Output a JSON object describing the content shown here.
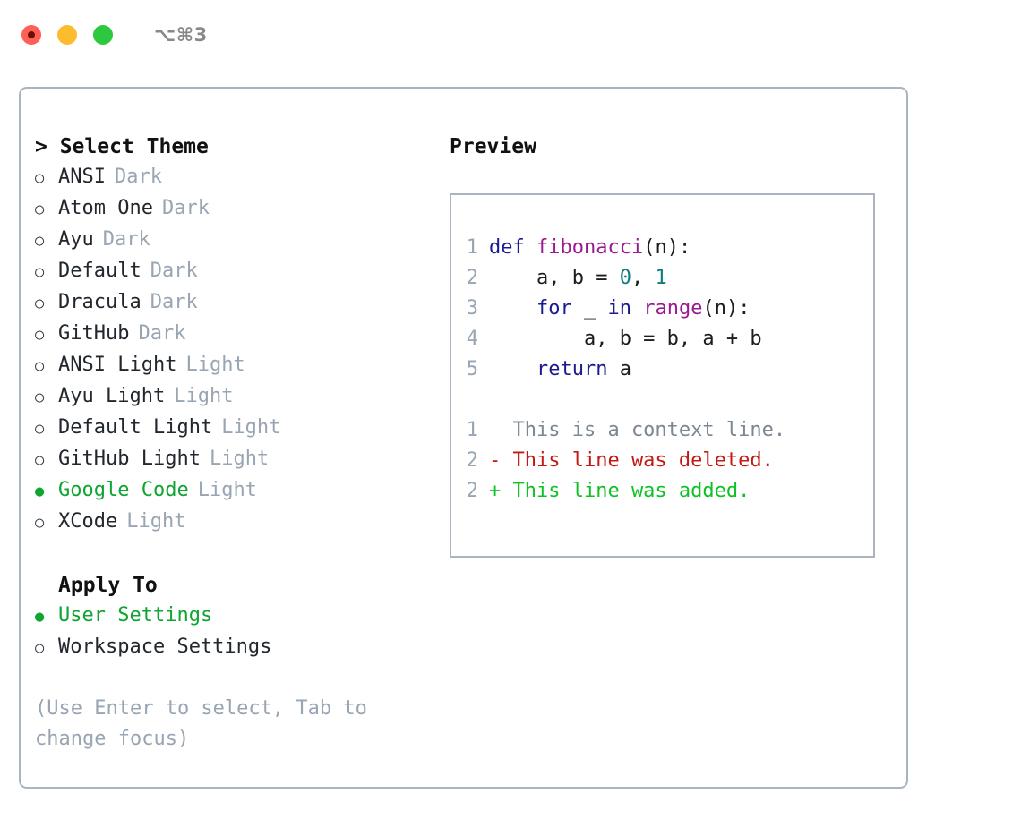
{
  "window": {
    "shortcut": "⌥⌘3",
    "traffic_lights": [
      {
        "name": "close",
        "color": "#ff5f57"
      },
      {
        "name": "minimize",
        "color": "#fdbc2e"
      },
      {
        "name": "maximize",
        "color": "#2bc840"
      }
    ]
  },
  "accent": {
    "selected_green": "#10a532",
    "muted_gray": "#9aa5b3",
    "border": "#aab4c0"
  },
  "theme_chooser": {
    "title": "> Select Theme",
    "items": [
      {
        "marker": "○",
        "label": "ANSI",
        "kind": "Dark",
        "selected": false
      },
      {
        "marker": "○",
        "label": "Atom One",
        "kind": "Dark",
        "selected": false
      },
      {
        "marker": "○",
        "label": "Ayu",
        "kind": "Dark",
        "selected": false
      },
      {
        "marker": "○",
        "label": "Default",
        "kind": "Dark",
        "selected": false
      },
      {
        "marker": "○",
        "label": "Dracula",
        "kind": "Dark",
        "selected": false
      },
      {
        "marker": "○",
        "label": "GitHub",
        "kind": "Dark",
        "selected": false
      },
      {
        "marker": "○",
        "label": "ANSI Light",
        "kind": "Light",
        "selected": false
      },
      {
        "marker": "○",
        "label": "Ayu Light",
        "kind": "Light",
        "selected": false
      },
      {
        "marker": "○",
        "label": "Default Light",
        "kind": "Light",
        "selected": false
      },
      {
        "marker": "○",
        "label": "GitHub Light",
        "kind": "Light",
        "selected": false
      },
      {
        "marker": "●",
        "label": "Google Code",
        "kind": "Light",
        "selected": true
      },
      {
        "marker": "○",
        "label": "XCode",
        "kind": "Light",
        "selected": false
      }
    ]
  },
  "apply_to": {
    "title": "Apply To",
    "items": [
      {
        "marker": "●",
        "label": "User Settings",
        "selected": true
      },
      {
        "marker": "○",
        "label": "Workspace Settings",
        "selected": false
      }
    ]
  },
  "hint": "(Use Enter to select, Tab to change focus)",
  "preview": {
    "title": "Preview",
    "code_lines": [
      {
        "no": "1",
        "tokens": [
          {
            "t": "def ",
            "c": "tok-kw"
          },
          {
            "t": "fibonacci",
            "c": "tok-fn"
          },
          {
            "t": "(n):",
            "c": "tok-plain"
          }
        ]
      },
      {
        "no": "2",
        "tokens": [
          {
            "t": "    a, b = ",
            "c": "tok-plain"
          },
          {
            "t": "0",
            "c": "tok-num"
          },
          {
            "t": ", ",
            "c": "tok-plain"
          },
          {
            "t": "1",
            "c": "tok-num"
          }
        ]
      },
      {
        "no": "3",
        "tokens": [
          {
            "t": "    ",
            "c": "tok-plain"
          },
          {
            "t": "for",
            "c": "tok-kw"
          },
          {
            "t": " _ ",
            "c": "tok-plain"
          },
          {
            "t": "in",
            "c": "tok-kw"
          },
          {
            "t": " ",
            "c": "tok-plain"
          },
          {
            "t": "range",
            "c": "tok-fn"
          },
          {
            "t": "(n):",
            "c": "tok-plain"
          }
        ]
      },
      {
        "no": "4",
        "tokens": [
          {
            "t": "        a, b = b, a + b",
            "c": "tok-plain"
          }
        ]
      },
      {
        "no": "5",
        "tokens": [
          {
            "t": "    ",
            "c": "tok-plain"
          },
          {
            "t": "return",
            "c": "tok-kw"
          },
          {
            "t": " a",
            "c": "tok-plain"
          }
        ]
      }
    ],
    "diff_lines": [
      {
        "no": "1",
        "text": "  This is a context line.",
        "kind": "diff-ctx"
      },
      {
        "no": "2",
        "text": "- This line was deleted.",
        "kind": "diff-del"
      },
      {
        "no": "2",
        "text": "+ This line was added.",
        "kind": "diff-add"
      }
    ]
  }
}
